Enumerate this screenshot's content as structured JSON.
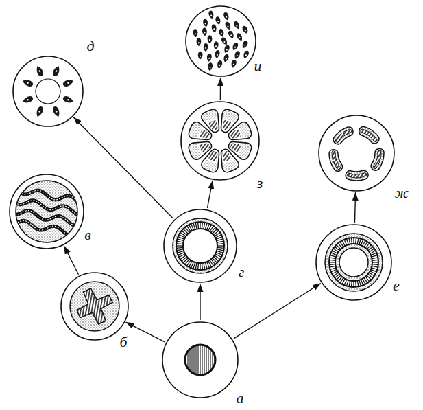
{
  "diagram": {
    "nodes": [
      {
        "text": [
          "а"
        ]
      },
      {
        "text": [
          "б"
        ]
      },
      {
        "text": [
          "в"
        ]
      },
      {
        "text": [
          "г"
        ]
      },
      {
        "text": [
          "д"
        ]
      },
      {
        "text": [
          "е"
        ]
      },
      {
        "text": [
          "ж"
        ]
      },
      {
        "text": [
          "з"
        ]
      },
      {
        "text": [
          "и"
        ]
      }
    ],
    "edges": [
      {
        "from": 0,
        "to": 1,
        "arrow": "to"
      },
      {
        "from": 1,
        "to": 2,
        "arrow": "to"
      },
      {
        "from": 0,
        "to": 3,
        "arrow": "to"
      },
      {
        "from": 3,
        "to": 4,
        "arrow": "to"
      },
      {
        "from": 3,
        "to": 7,
        "arrow": "to"
      },
      {
        "from": 7,
        "to": 8,
        "arrow": "to"
      },
      {
        "from": 0,
        "to": 5,
        "arrow": "to"
      },
      {
        "from": 5,
        "to": 6,
        "arrow": "to"
      }
    ]
  }
}
